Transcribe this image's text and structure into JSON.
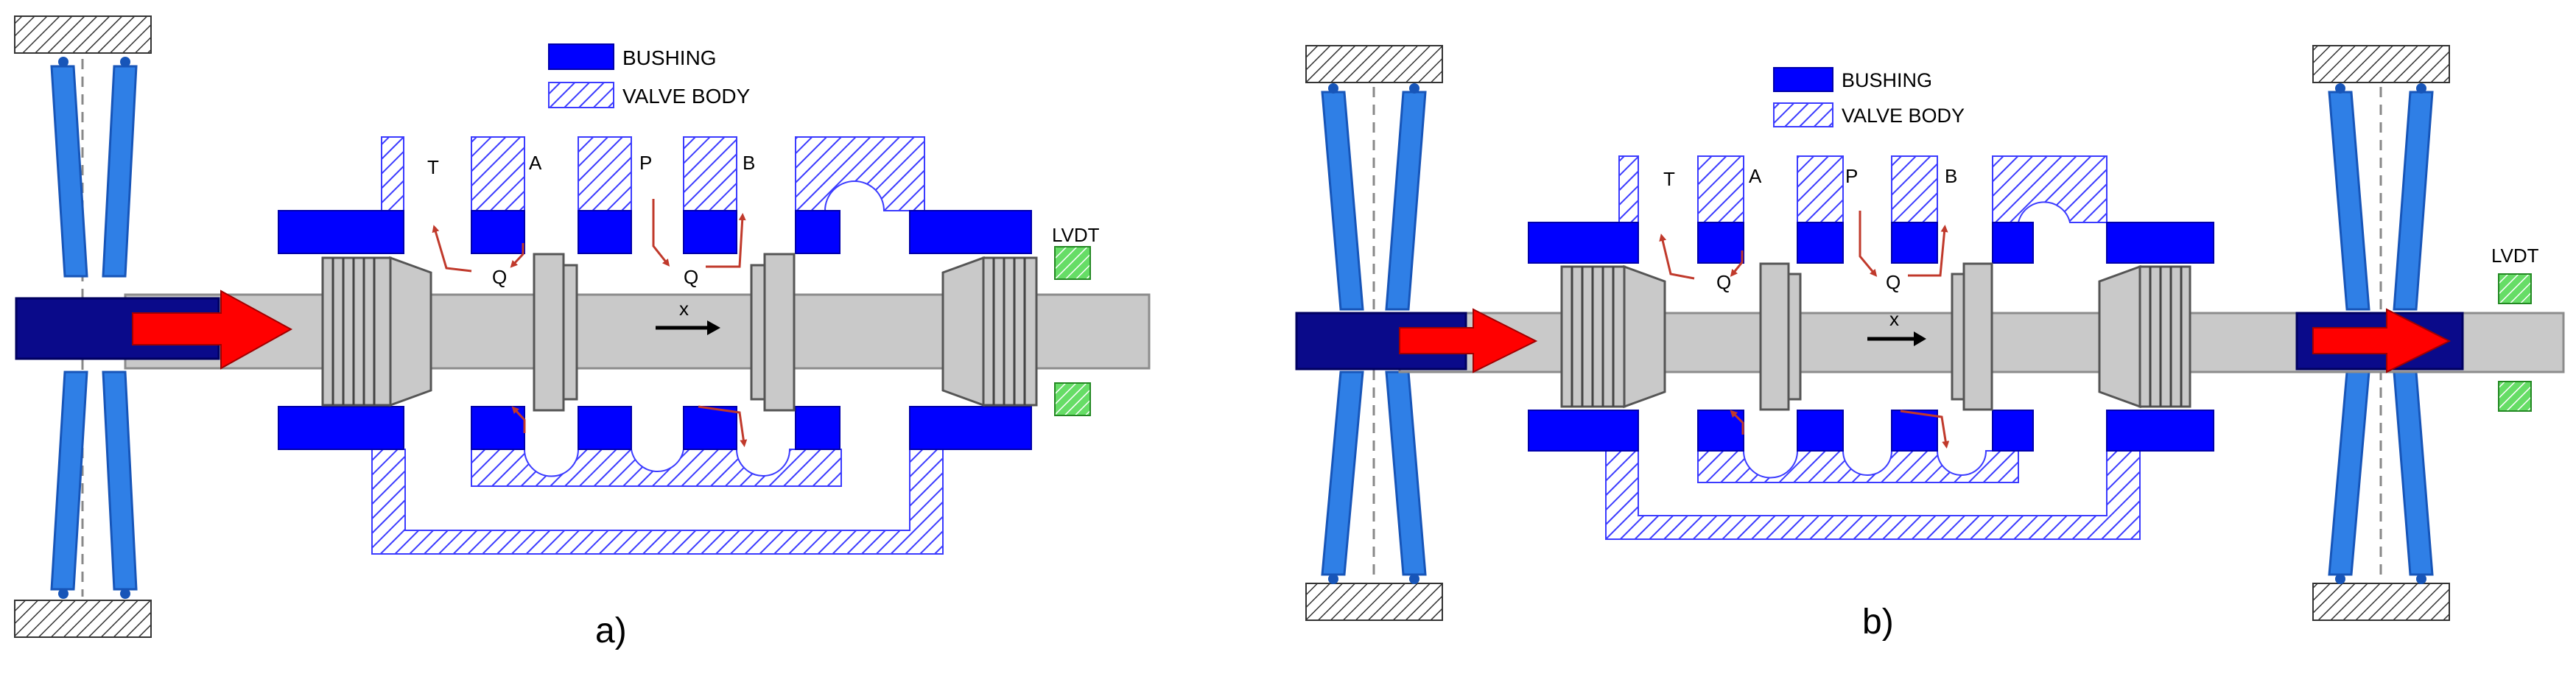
{
  "colors": {
    "bushing": "#0000ff",
    "bushing_stroke": "#0000aa",
    "strut": "#2f7fe6",
    "strut_dark": "#1755b8",
    "spool": "#c9c9c9",
    "spool_dark": "#8c8c8c",
    "pushrod": "#0a0a8a",
    "arrow": "#ff0000",
    "lvdt": "#66dd66",
    "flow": "#c0392b",
    "hatch": "#3b3bff",
    "ground": "#333333"
  },
  "legend": {
    "bushing": "BUSHING",
    "valve_body": "VALVE BODY"
  },
  "ports": {
    "t": "T",
    "a": "A",
    "p": "P",
    "b": "B",
    "q": "Q",
    "x": "x"
  },
  "lvdt_label": "LVDT",
  "captions": {
    "a": "a)",
    "b": "b)"
  }
}
